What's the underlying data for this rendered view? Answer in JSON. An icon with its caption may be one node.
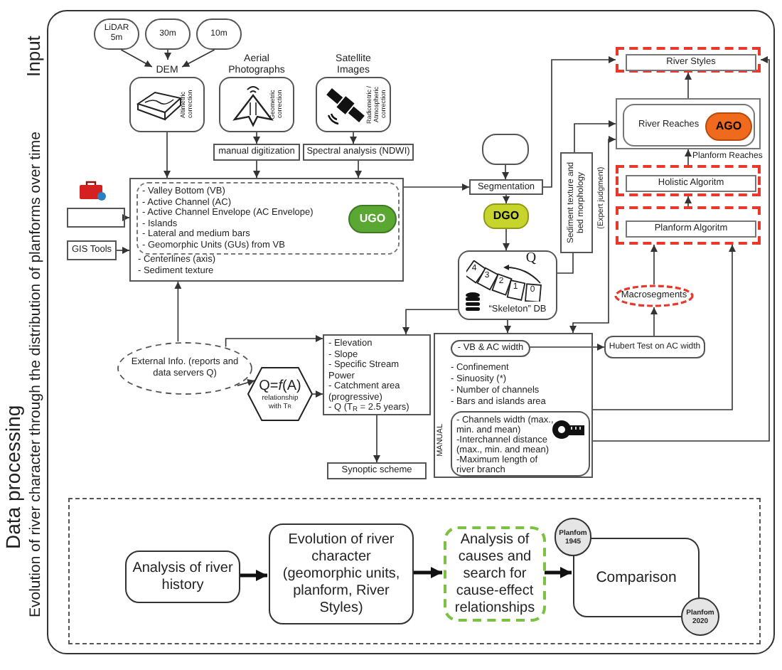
{
  "diagram": {
    "nodes": [
      {
        "text": [
          "LiDAR",
          "5m"
        ]
      },
      {
        "text": [
          "30m"
        ]
      },
      {
        "text": [
          "10m"
        ]
      },
      {
        "text": [
          "DEM",
          "Altimetric correction"
        ]
      },
      {
        "text": [
          "Aerial Photographs",
          "Geometric correction"
        ]
      },
      {
        "text": [
          "Satellite Images",
          "Radiometric / Atmospheric correction"
        ]
      },
      {
        "text": [
          "manual digitization"
        ]
      },
      {
        "text": [
          "Spectral analysis (NDWI)"
        ]
      },
      {
        "text": [],
        "shape": "box"
      },
      {
        "text": [
          "GIS Tools"
        ]
      },
      {
        "text": [
          "- Centerlines (axis)",
          "- Sediment texture"
        ]
      },
      {
        "text": [
          "- Valley Bottom (VB)",
          "- Active Channel (AC)",
          "- Active Channel Envelope (AC Envelope)",
          "- Islands",
          "- Lateral and medium bars",
          "- Geomorphic Units (GUs) from VB"
        ],
        "in": 10
      },
      {
        "text": [
          "UGO"
        ],
        "in": 11
      },
      {
        "text": [],
        "shape": "box"
      },
      {
        "text": [
          "Segmentation"
        ]
      },
      {
        "text": [
          "DGO"
        ]
      },
      {
        "text": [
          "“Skeleton” DB"
        ]
      },
      {
        "text": [
          "Sediment texture and bed morphology"
        ]
      },
      {
        "text": [],
        "shape": "box"
      },
      {
        "text": [
          "River Styles"
        ],
        "in": 18
      },
      {
        "text": [],
        "shape": "box"
      },
      {
        "text": [
          "River Reaches"
        ],
        "in": 20
      },
      {
        "text": [
          "AGO"
        ],
        "in": 21
      },
      {
        "text": [],
        "shape": "box"
      },
      {
        "text": [
          "Holistic Algoritm"
        ],
        "in": 23
      },
      {
        "text": [],
        "shape": "box"
      },
      {
        "text": [
          "Planform Algoritm"
        ],
        "in": 25
      },
      {
        "text": [
          "Macrosegments"
        ]
      },
      {
        "text": [
          "Hubert Test on AC width"
        ]
      },
      {
        "text": [
          "External Info. (reports and data servers Q)"
        ]
      },
      {
        "text": [
          "Q=*f*(A)",
          "relationship with T$_{R}$"
        ]
      },
      {
        "text": [
          "- Elevation",
          "- Slope",
          "- Specific Stream Power",
          "- Catchment area (progressive)",
          "- Q (T$_{R}$ = 2.5 years)"
        ]
      },
      {
        "text": [
          "Synoptic scheme"
        ]
      },
      {
        "text": [
          "MANUAL",
          "- Confinement",
          "- Sinuosity (*)",
          "- Number of channels",
          "- Bars and islands area"
        ]
      },
      {
        "text": [
          "- VB & AC width"
        ],
        "in": 33
      },
      {
        "text": [
          "- Channels width (max., min. and mean)",
          "-Interchannel distance (max., min. and mean)",
          "-Maximum length of river branch"
        ],
        "in": 33
      },
      {
        "text": [],
        "shape": "box"
      },
      {
        "text": [
          "Analysis of river history"
        ],
        "in": 36
      },
      {
        "text": [
          "Evolution of river character (geomorphic units, planform, River Styles)"
        ],
        "in": 36
      },
      {
        "text": [
          "Analysis of causes and search for cause-effect relationships"
        ],
        "in": 36
      },
      {
        "text": [
          "Comparison"
        ],
        "in": 36
      },
      {
        "text": [
          "Planfom 1945"
        ],
        "in": 36
      },
      {
        "text": [
          "Planfom 2020"
        ],
        "in": 36
      }
    ],
    "edges": [
      {
        "from": 0,
        "to": 3,
        "arrow": "to"
      },
      {
        "from": 1,
        "to": 3,
        "arrow": "to"
      },
      {
        "from": 2,
        "to": 3,
        "arrow": "to"
      },
      {
        "from": 3,
        "to": 10,
        "arrow": "to"
      },
      {
        "from": 4,
        "to": 6,
        "arrow": "to"
      },
      {
        "from": 6,
        "to": 10,
        "arrow": "to"
      },
      {
        "from": 5,
        "to": 7,
        "arrow": "to"
      },
      {
        "from": 7,
        "to": 10,
        "arrow": "to"
      },
      {
        "from": 8,
        "to": 10,
        "arrow": "to"
      },
      {
        "from": 9,
        "to": 10,
        "arrow": "to"
      },
      {
        "from": 10,
        "to": 14,
        "arrow": "to"
      },
      {
        "from": 13,
        "to": 14,
        "arrow": "to"
      },
      {
        "from": 14,
        "to": 15,
        "arrow": "to"
      },
      {
        "from": 15,
        "to": 16,
        "arrow": "to"
      },
      {
        "from": 29,
        "to": 10,
        "arrow": "to"
      },
      {
        "from": 29,
        "to": 31,
        "arrow": "to"
      },
      {
        "from": 29,
        "to": 30,
        "arrow": "to"
      },
      {
        "from": 30,
        "to": 31,
        "arrow": "to"
      },
      {
        "from": 31,
        "to": 32,
        "arrow": "to"
      },
      {
        "from": 16,
        "to": 31,
        "arrow": "to"
      },
      {
        "from": 16,
        "to": 33,
        "arrow": "to"
      },
      {
        "from": 16,
        "to": 17,
        "arrow": "none"
      },
      {
        "from": 17,
        "to": 20,
        "arrow": "to"
      },
      {
        "from": 33,
        "to": 20,
        "arrow": "both",
        "label": "(Expert judgment)"
      },
      {
        "from": 14,
        "to": 18,
        "arrow": "to"
      },
      {
        "from": 34,
        "to": 28,
        "arrow": "to"
      },
      {
        "from": 28,
        "to": 27,
        "arrow": "to"
      },
      {
        "from": 27,
        "to": 25,
        "arrow": "to"
      },
      {
        "from": 33,
        "to": 25,
        "arrow": "to"
      },
      {
        "from": 33,
        "to": 18,
        "arrow": "to"
      },
      {
        "from": 25,
        "to": 23,
        "arrow": "to"
      },
      {
        "from": 23,
        "to": 20,
        "arrow": "to",
        "label": "Planform Reaches"
      },
      {
        "from": 20,
        "to": 18,
        "arrow": "to"
      },
      {
        "from": 37,
        "to": 38,
        "arrow": "to",
        "style": "thick"
      },
      {
        "from": 38,
        "to": 39,
        "arrow": "to",
        "style": "thick"
      },
      {
        "from": 39,
        "to": 40,
        "arrow": "to",
        "style": "thick"
      }
    ],
    "labels": [
      "Input",
      "Data processing",
      "Evolution of river character through the distribution of planforms over time",
      "4",
      "3",
      "2",
      "1",
      "0",
      "Q"
    ]
  }
}
